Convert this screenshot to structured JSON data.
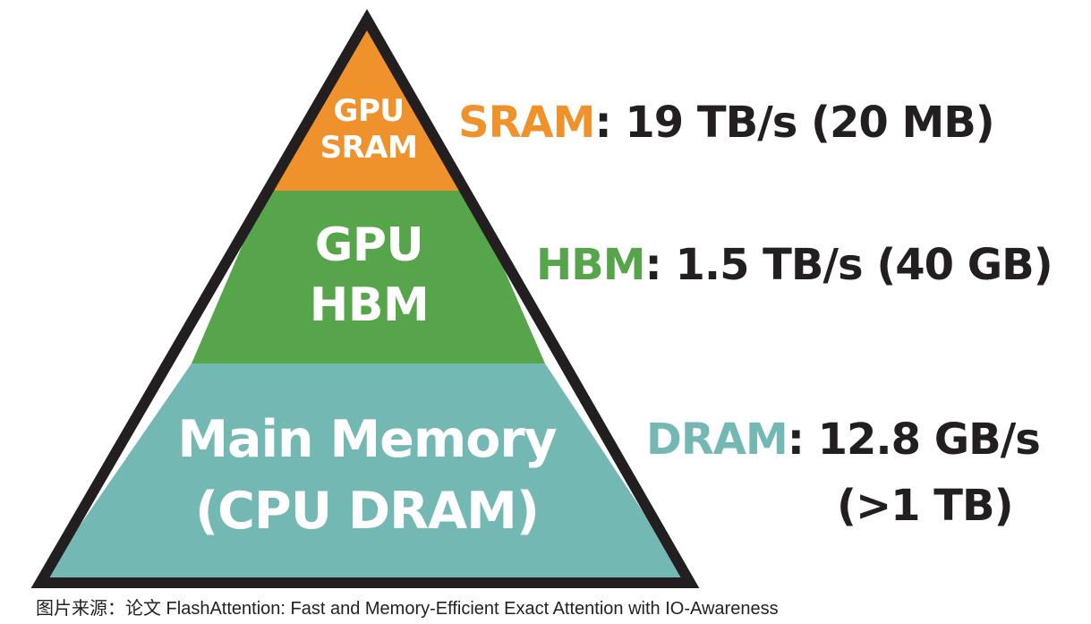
{
  "colors": {
    "sram": "#f0922b",
    "hbm": "#57a54a",
    "dram": "#74b8b3",
    "outline": "#231f20",
    "spec_text": "#231f20"
  },
  "pyramid": {
    "sram_tier": {
      "line1": "GPU",
      "line2": "SRAM"
    },
    "hbm_tier": {
      "line1": "GPU",
      "line2": "HBM"
    },
    "dram_tier": {
      "line1": "Main Memory",
      "line2": "(CPU DRAM)"
    }
  },
  "specs": {
    "sram": {
      "name": "SRAM",
      "detail": ": 19 TB/s (20 MB)"
    },
    "hbm": {
      "name": "HBM",
      "detail": ": 1.5 TB/s (40 GB)"
    },
    "dram": {
      "name": "DRAM",
      "detail": ": 12.8 GB/s",
      "size": "(>1 TB)"
    }
  },
  "caption": "图片来源：论文 FlashAttention: Fast and Memory-Efficient Exact Attention with IO-Awareness"
}
